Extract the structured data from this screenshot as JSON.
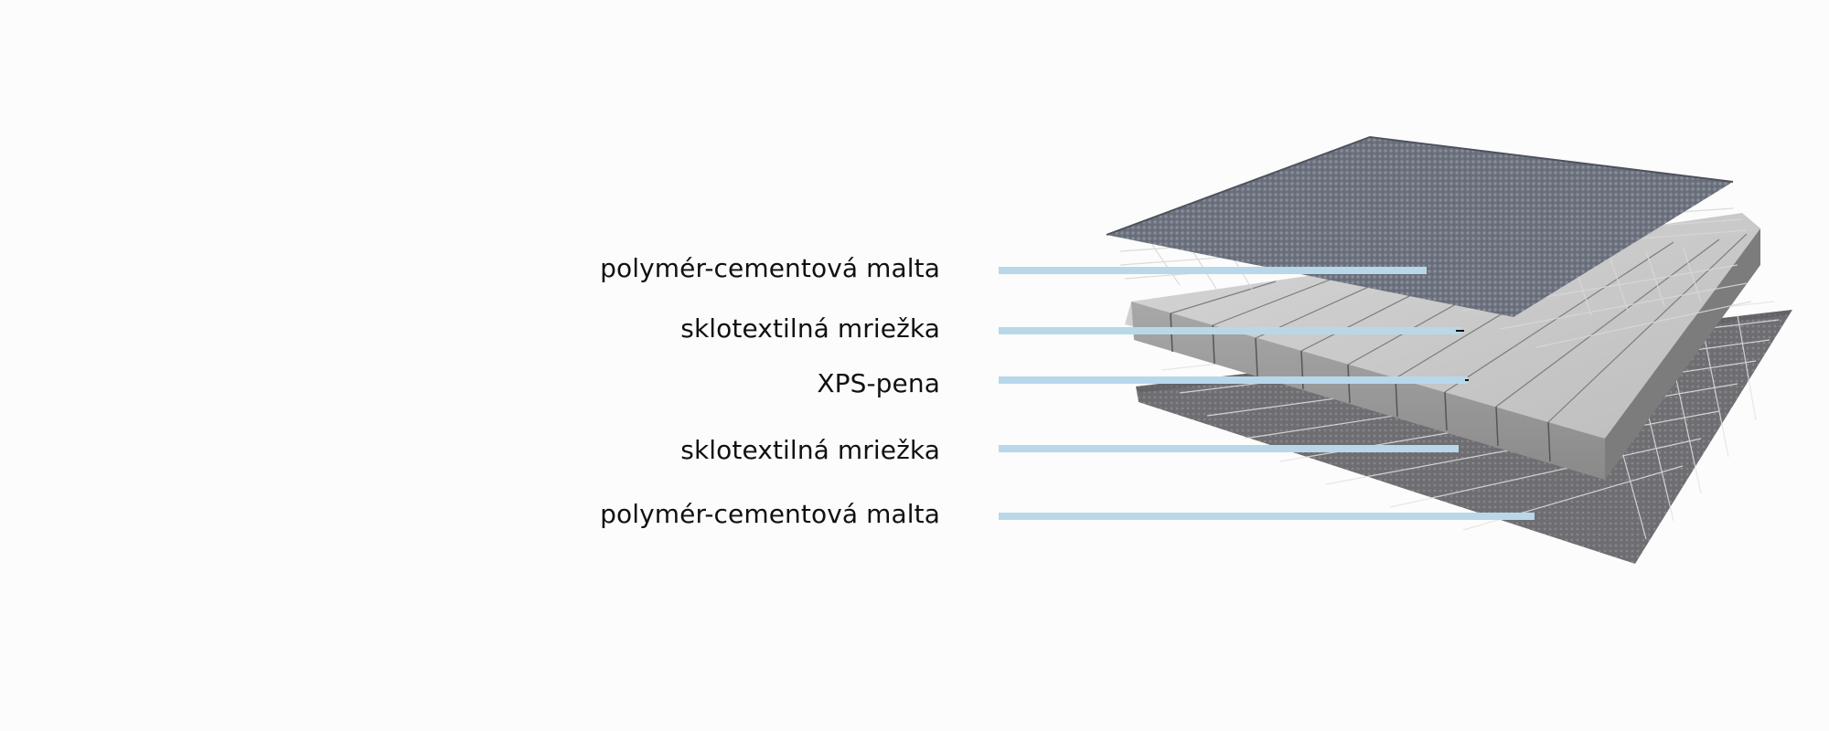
{
  "layers": [
    {
      "label": "polymér-cementová malta"
    },
    {
      "label": "sklotextilná mriežka"
    },
    {
      "label": "XPS-pena"
    },
    {
      "label": "sklotextilná mriežka"
    },
    {
      "label": "polymér-cementová malta"
    }
  ],
  "colors": {
    "background": "#fcfcfc",
    "leader_line": "#b8d8ea",
    "mortar": "#6d7280",
    "foam_top": "#c9c9c9",
    "foam_side": "#8f8f8f",
    "mesh": "#e6e6e6"
  }
}
